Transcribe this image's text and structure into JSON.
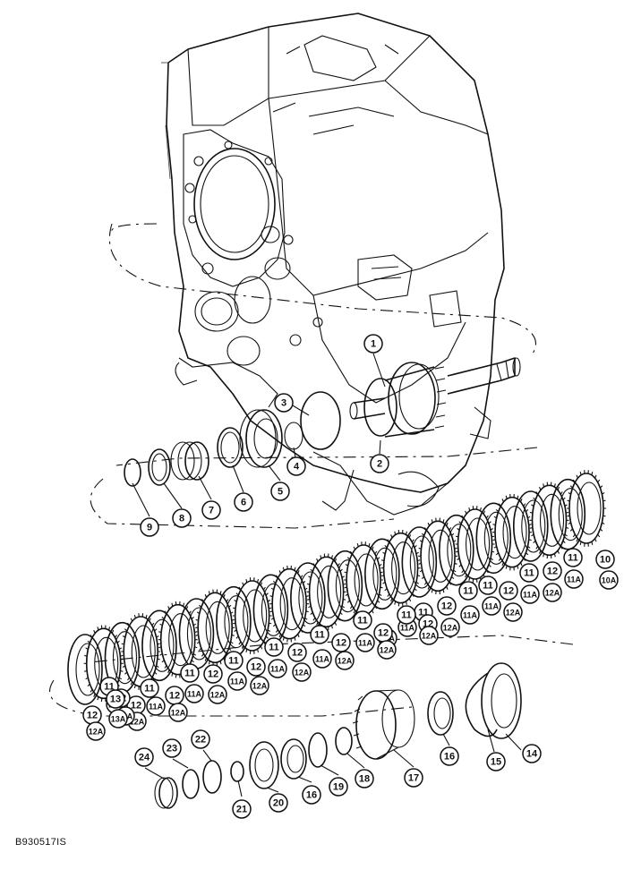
{
  "figure_code": "B930517IS",
  "callouts": [
    {
      "id": "c1",
      "label": "1"
    },
    {
      "id": "c2",
      "label": "2"
    },
    {
      "id": "c3",
      "label": "3"
    },
    {
      "id": "c4",
      "label": "4"
    },
    {
      "id": "c5",
      "label": "5"
    },
    {
      "id": "c6",
      "label": "6"
    },
    {
      "id": "c7",
      "label": "7"
    },
    {
      "id": "c8",
      "label": "8"
    },
    {
      "id": "c9",
      "label": "9"
    },
    {
      "id": "c10",
      "label": "10"
    },
    {
      "id": "c10a",
      "label": "10A"
    },
    {
      "id": "c11r1",
      "label": "11"
    },
    {
      "id": "c11ar1",
      "label": "11A"
    },
    {
      "id": "c12r1",
      "label": "12"
    },
    {
      "id": "c12ar1",
      "label": "12A"
    },
    {
      "id": "c11r2",
      "label": "11"
    },
    {
      "id": "c11ar2",
      "label": "11A"
    },
    {
      "id": "c12r2",
      "label": "12"
    },
    {
      "id": "c12ar2",
      "label": "12A"
    },
    {
      "id": "c11r3",
      "label": "11"
    },
    {
      "id": "c11ar3",
      "label": "11A"
    },
    {
      "id": "c11r4",
      "label": "11"
    },
    {
      "id": "c11ar4",
      "label": "11A"
    },
    {
      "id": "c12r3",
      "label": "12"
    },
    {
      "id": "c12ar3",
      "label": "12A"
    },
    {
      "id": "c11r5",
      "label": "11"
    },
    {
      "id": "c11ar5",
      "label": "11A"
    },
    {
      "id": "c12r4",
      "label": "12"
    },
    {
      "id": "c12ar4",
      "label": "12A"
    },
    {
      "id": "c11r6",
      "label": "11"
    },
    {
      "id": "c11ar6",
      "label": "11A"
    },
    {
      "id": "c12r5",
      "label": "12"
    },
    {
      "id": "c12ar5",
      "label": "12A"
    },
    {
      "id": "c11r7",
      "label": "11"
    },
    {
      "id": "c11ar7",
      "label": "11A"
    },
    {
      "id": "c12r6",
      "label": "12"
    },
    {
      "id": "c12ar6",
      "label": "12A"
    },
    {
      "id": "c11r8",
      "label": "11"
    },
    {
      "id": "c11ar8",
      "label": "11A"
    },
    {
      "id": "c12r7",
      "label": "12"
    },
    {
      "id": "c12ar7",
      "label": "12A"
    },
    {
      "id": "c11r9",
      "label": "11"
    },
    {
      "id": "c11ar9",
      "label": "11A"
    },
    {
      "id": "c12r8",
      "label": "12"
    },
    {
      "id": "c12ar8",
      "label": "12A"
    },
    {
      "id": "c11r10",
      "label": "11"
    },
    {
      "id": "c11ar10",
      "label": "11A"
    },
    {
      "id": "c12r9",
      "label": "12"
    },
    {
      "id": "c12ar9",
      "label": "12A"
    },
    {
      "id": "c11r11",
      "label": "11"
    },
    {
      "id": "c11ar11",
      "label": "11A"
    },
    {
      "id": "c12r10",
      "label": "12"
    },
    {
      "id": "c12ar10",
      "label": "12A"
    },
    {
      "id": "c11r12",
      "label": "11"
    },
    {
      "id": "c11ar12",
      "label": "11A"
    },
    {
      "id": "c12r11",
      "label": "12"
    },
    {
      "id": "c12ar11",
      "label": "12A"
    },
    {
      "id": "c11r13",
      "label": "11"
    },
    {
      "id": "c11ar13",
      "label": "11A"
    },
    {
      "id": "c12r12",
      "label": "12"
    },
    {
      "id": "c12ar12",
      "label": "12A"
    },
    {
      "id": "c13",
      "label": "13"
    },
    {
      "id": "c13a",
      "label": "13A"
    },
    {
      "id": "c12r13",
      "label": "12"
    },
    {
      "id": "c12ar13",
      "label": "12A"
    },
    {
      "id": "c14",
      "label": "14"
    },
    {
      "id": "c15",
      "label": "15"
    },
    {
      "id": "c16a",
      "label": "16"
    },
    {
      "id": "c17",
      "label": "17"
    },
    {
      "id": "c18",
      "label": "18"
    },
    {
      "id": "c19",
      "label": "19"
    },
    {
      "id": "c16b",
      "label": "16"
    },
    {
      "id": "c20",
      "label": "20"
    },
    {
      "id": "c21",
      "label": "21"
    },
    {
      "id": "c22",
      "label": "22"
    },
    {
      "id": "c23",
      "label": "23"
    },
    {
      "id": "c24",
      "label": "24"
    }
  ]
}
